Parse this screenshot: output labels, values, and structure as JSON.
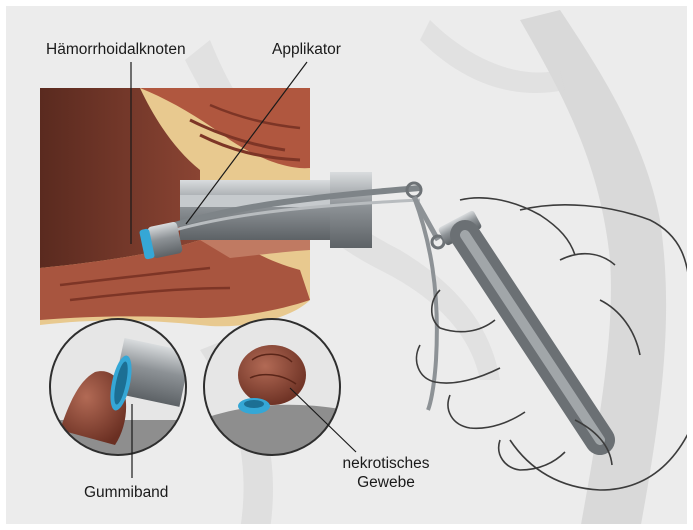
{
  "labels": {
    "hemorrhoid": "Hämorrhoidalknoten",
    "applicator": "Applikator",
    "rubber_band": "Gummiband",
    "necrotic_line1": "nekrotisches",
    "necrotic_line2": "Gewebe"
  },
  "colors": {
    "background": "#ececec",
    "watermark": "#d2d2d2",
    "tissue_dark": "#6e3426",
    "muscle": "#a8553f",
    "fat": "#e8c98f",
    "metal": "#8d9296",
    "band": "#35a7d6",
    "necrotic": "#7b3b2b"
  }
}
